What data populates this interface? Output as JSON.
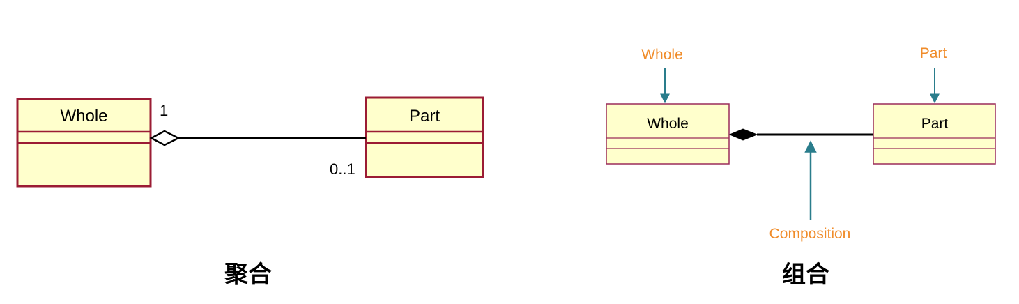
{
  "colors": {
    "class_fill": "#ffffcc",
    "aggregation_border": "#9b1c34",
    "composition_border": "#9b2c5a",
    "line": "#000000",
    "annotation_text": "#f08c2a",
    "annotation_arrow": "#2a7d8c"
  },
  "aggregation": {
    "whole_class": "Whole",
    "part_class": "Part",
    "whole_multiplicity": "1",
    "part_multiplicity": "0..1",
    "caption": "聚合"
  },
  "composition": {
    "whole_class": "Whole",
    "part_class": "Part",
    "label_whole": "Whole",
    "label_part": "Part",
    "label_relation": "Composition",
    "caption": "组合"
  }
}
